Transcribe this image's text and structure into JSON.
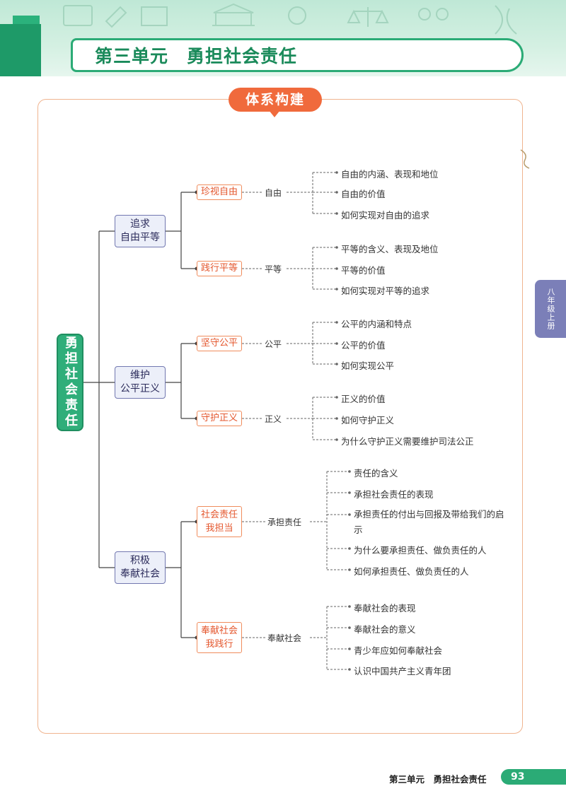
{
  "header": {
    "unit_title": "第三单元　勇担社会责任"
  },
  "badge": "体系构建",
  "side_tab": "八年级上册",
  "root": "勇担社会责任",
  "branches": [
    {
      "label": "追求\n自由平等",
      "subs": [
        {
          "label": "珍视自由",
          "keyword": "自由",
          "leaves": [
            "自由的内涵、表现和地位",
            "自由的价值",
            "如何实现对自由的追求"
          ]
        },
        {
          "label": "践行平等",
          "keyword": "平等",
          "leaves": [
            "平等的含义、表现及地位",
            "平等的价值",
            "如何实现对平等的追求"
          ]
        }
      ]
    },
    {
      "label": "维护\n公平正义",
      "subs": [
        {
          "label": "坚守公平",
          "keyword": "公平",
          "leaves": [
            "公平的内涵和特点",
            "公平的价值",
            "如何实现公平"
          ]
        },
        {
          "label": "守护正义",
          "keyword": "正义",
          "leaves": [
            "正义的价值",
            "如何守护正义",
            "为什么守护正义需要维护司法公正"
          ]
        }
      ]
    },
    {
      "label": "积极\n奉献社会",
      "subs": [
        {
          "label": "社会责任\n我担当",
          "keyword": "承担责任",
          "leaves": [
            "责任的含义",
            "承担社会责任的表现",
            "承担责任的付出与回报及带给我们的启示",
            "为什么要承担责任、做负责任的人",
            "如何承担责任、做负责任的人"
          ]
        },
        {
          "label": "奉献社会\n我践行",
          "keyword": "奉献社会",
          "leaves": [
            "奉献社会的表现",
            "奉献社会的意义",
            "青少年应如何奉献社会",
            "认识中国共产主义青年团"
          ]
        }
      ]
    }
  ],
  "footer": {
    "text": "第三单元　勇担社会责任",
    "page": "93"
  },
  "colors": {
    "green": "#2bab76",
    "orange": "#f06a3c",
    "purple": "#7278b0"
  }
}
